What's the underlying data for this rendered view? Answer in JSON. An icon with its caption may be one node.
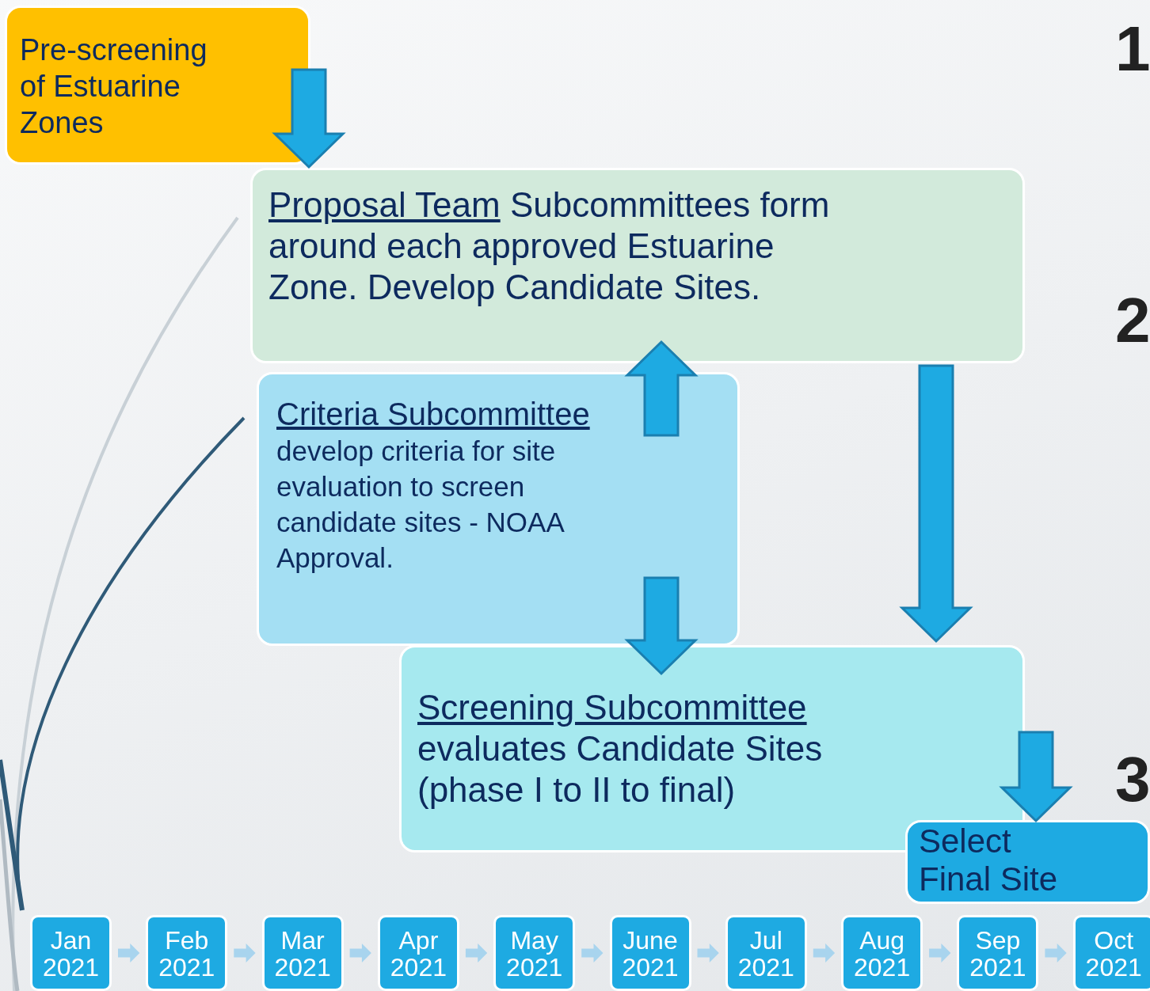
{
  "diagram": {
    "nodes": [
      {
        "text": [
          "Pre-screening of Estuarine Zones"
        ]
      },
      {
        "text": [
          "Proposal Team",
          "Subcommittees form around each approved Estuarine Zone. Develop Candidate Sites."
        ]
      },
      {
        "text": [
          "Criteria Subcommittee",
          "develop criteria for site evaluation to screen candidate sites - NOAA Approval."
        ]
      },
      {
        "text": [
          "Screening Subcommittee",
          "evaluates Candidate Sites (phase I to II to final)"
        ]
      },
      {
        "text": [
          "Select Final Site"
        ]
      },
      {
        "text": [
          "Jan 2021"
        ]
      },
      {
        "text": [
          "Feb 2021"
        ]
      },
      {
        "text": [
          "Mar 2021"
        ]
      },
      {
        "text": [
          "Apr 2021"
        ]
      },
      {
        "text": [
          "May 2021"
        ]
      },
      {
        "text": [
          "June 2021"
        ]
      },
      {
        "text": [
          "Jul 2021"
        ]
      },
      {
        "text": [
          "Aug 2021"
        ]
      },
      {
        "text": [
          "Sep 2021"
        ]
      },
      {
        "text": [
          "Oct 2021"
        ]
      }
    ],
    "edges": [
      {
        "from": 0,
        "to": 1,
        "arrow": "to",
        "style": "thick",
        "color": "#1eaae2"
      },
      {
        "from": 2,
        "to": 1,
        "arrow": "to",
        "style": "thick",
        "color": "#1eaae2"
      },
      {
        "from": 2,
        "to": 3,
        "arrow": "to",
        "style": "thick",
        "color": "#1eaae2"
      },
      {
        "from": 1,
        "to": 3,
        "arrow": "to",
        "style": "thick",
        "color": "#1eaae2"
      },
      {
        "from": 3,
        "to": 4,
        "arrow": "to",
        "style": "thick",
        "color": "#1eaae2"
      },
      {
        "from": 5,
        "to": 6,
        "arrow": "to"
      },
      {
        "from": 6,
        "to": 7,
        "arrow": "to"
      },
      {
        "from": 7,
        "to": 8,
        "arrow": "to"
      },
      {
        "from": 8,
        "to": 9,
        "arrow": "to"
      },
      {
        "from": 9,
        "to": 10,
        "arrow": "to"
      },
      {
        "from": 10,
        "to": 11,
        "arrow": "to"
      },
      {
        "from": 11,
        "to": 12,
        "arrow": "to"
      },
      {
        "from": 12,
        "to": 13,
        "arrow": "to"
      },
      {
        "from": 13,
        "to": 14,
        "arrow": "to"
      }
    ],
    "labels": [
      "1",
      "2",
      "3"
    ]
  }
}
